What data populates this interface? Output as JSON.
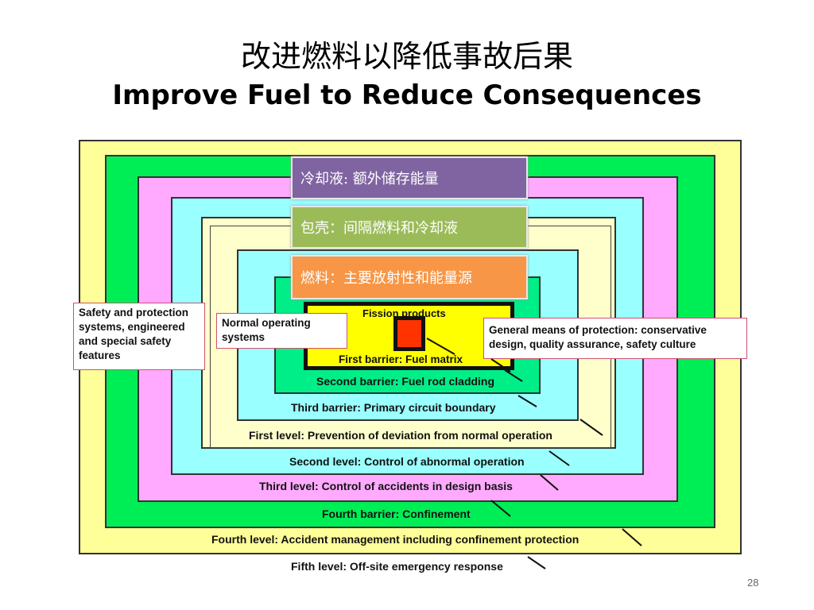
{
  "title": {
    "chinese": "改进燃料以降低事故后果",
    "english": "Improve Fuel to Reduce Consequences"
  },
  "diagram": {
    "levels": [
      {
        "label": "Fifth level: Off-site emergency response",
        "color": "#ffff99"
      },
      {
        "label": "Fourth level: Accident management including confinement protection",
        "color": "#00ee55"
      },
      {
        "label": "Fourth barrier: Confinement",
        "color": "#ffaaff"
      },
      {
        "label": "Third level: Control of accidents in design basis",
        "color": "#99ffff"
      },
      {
        "label": "Second level: Control of abnormal operation",
        "color": "#ffffcc"
      },
      {
        "label": "First level: Prevention of deviation from normal operation",
        "color": "#ffffcc"
      },
      {
        "label": "Third barrier: Primary circuit boundary",
        "color": "#99ffff"
      },
      {
        "label": "Second barrier: Fuel rod cladding",
        "color": "#00ee88"
      },
      {
        "label": "First barrier: Fuel matrix",
        "color": "#ffff00"
      }
    ],
    "core_label": "Fission products",
    "core_color": "#ff3300",
    "callouts": {
      "left": "Safety and protection systems, engineered and special safety features",
      "middle": "Normal operating systems",
      "right": "General means of protection: conservative design, quality assurance, safety culture"
    },
    "cn_boxes": [
      {
        "text": "冷却液: 额外储存能量",
        "color": "#8064a2"
      },
      {
        "text": "包壳：间隔燃料和冷却液",
        "color": "#9bbb59"
      },
      {
        "text": "燃料：主要放射性和能量源",
        "color": "#f79646"
      }
    ]
  },
  "page_number": "28"
}
